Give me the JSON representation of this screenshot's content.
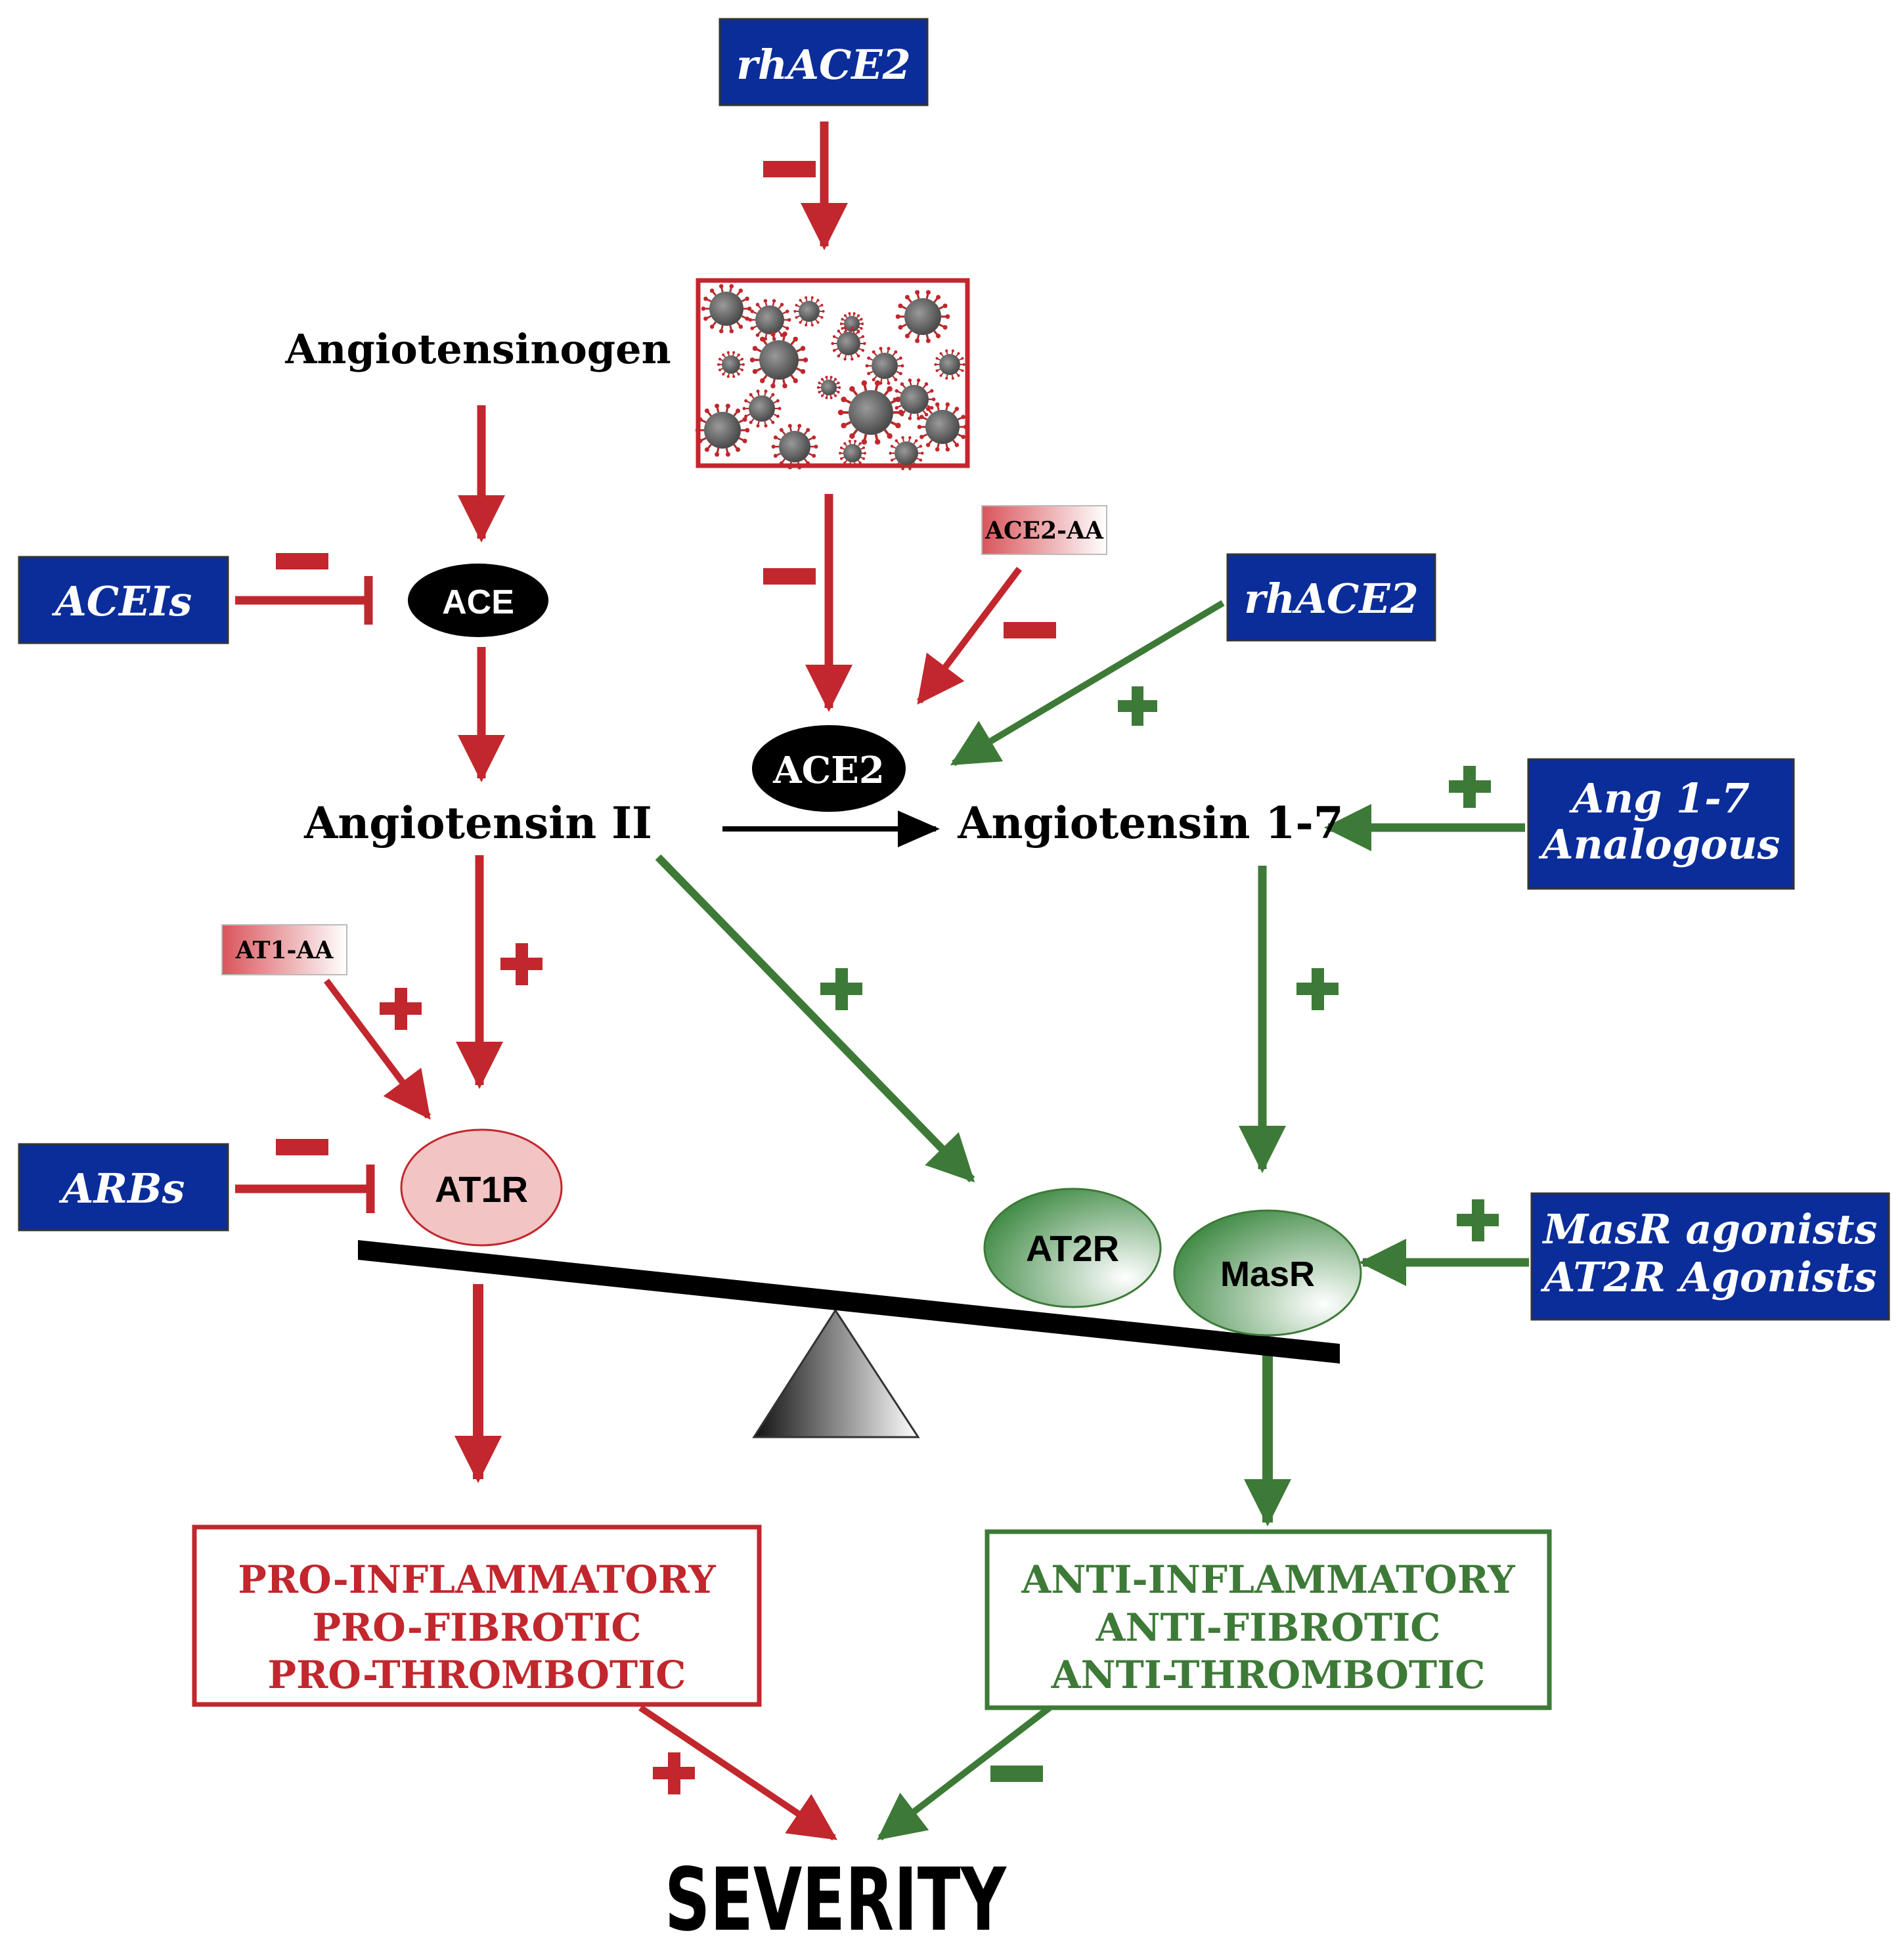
{
  "drugs": {
    "rhace2_top": "rhACE2",
    "aceis": "ACEIs",
    "rhace2_right": "rhACE2",
    "ang17_analog_line1": "Ang 1-7",
    "ang17_analog_line2": "Analogous",
    "arbs": "ARBs",
    "masr_agonists": "MasR agonists",
    "at2r_agonists": "AT2R Agonists"
  },
  "molecules": {
    "angiotensinogen": "Angiotensinogen",
    "angiotensin_ii": "Angiotensin II",
    "angiotensin_17": "Angiotensin 1-7"
  },
  "enzymes": {
    "ace": "ACE",
    "ace2": "ACE2"
  },
  "autoantibodies": {
    "ace2_aa": "ACE2-AA",
    "at1_aa": "AT1-AA"
  },
  "receptors": {
    "at1r": "AT1R",
    "at2r": "AT2R",
    "masr": "MasR"
  },
  "effects": {
    "pro": [
      "PRO-INFLAMMATORY",
      "PRO-FIBROTIC",
      "PRO-THROMBOTIC"
    ],
    "anti": [
      "ANTI-INFLAMMATORY",
      "ANTI-FIBROTIC",
      "ANTI-THROMBOTIC"
    ]
  },
  "outcome": "SEVERITY",
  "colors": {
    "red": "#c1272d",
    "green": "#3d7a37",
    "navy": "#0b2d9a",
    "black": "#000000"
  }
}
